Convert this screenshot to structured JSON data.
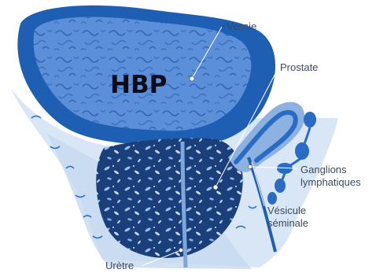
{
  "diagram": {
    "heading": "HBP",
    "labels": {
      "bladder": "Vessie",
      "prostate": "Prostate",
      "lymph_nodes_line1": "Ganglions",
      "lymph_nodes_line2": "lymphatiques",
      "seminal_vesicle_line1": "Vésicule",
      "seminal_vesicle_line2": "séminale",
      "urethra": "Urètre"
    },
    "colors": {
      "bladder_wall": "#1e5fb3",
      "bladder_lumen": "#5b8fd8",
      "prostate": "#1b3f7a",
      "tissue_light": "#d9e6f5",
      "tissue_mid": "#b9d0ec",
      "vesicle": "#2a6bc4",
      "label_text": "#3a4a5e",
      "leader_line": "#ffffff"
    }
  }
}
